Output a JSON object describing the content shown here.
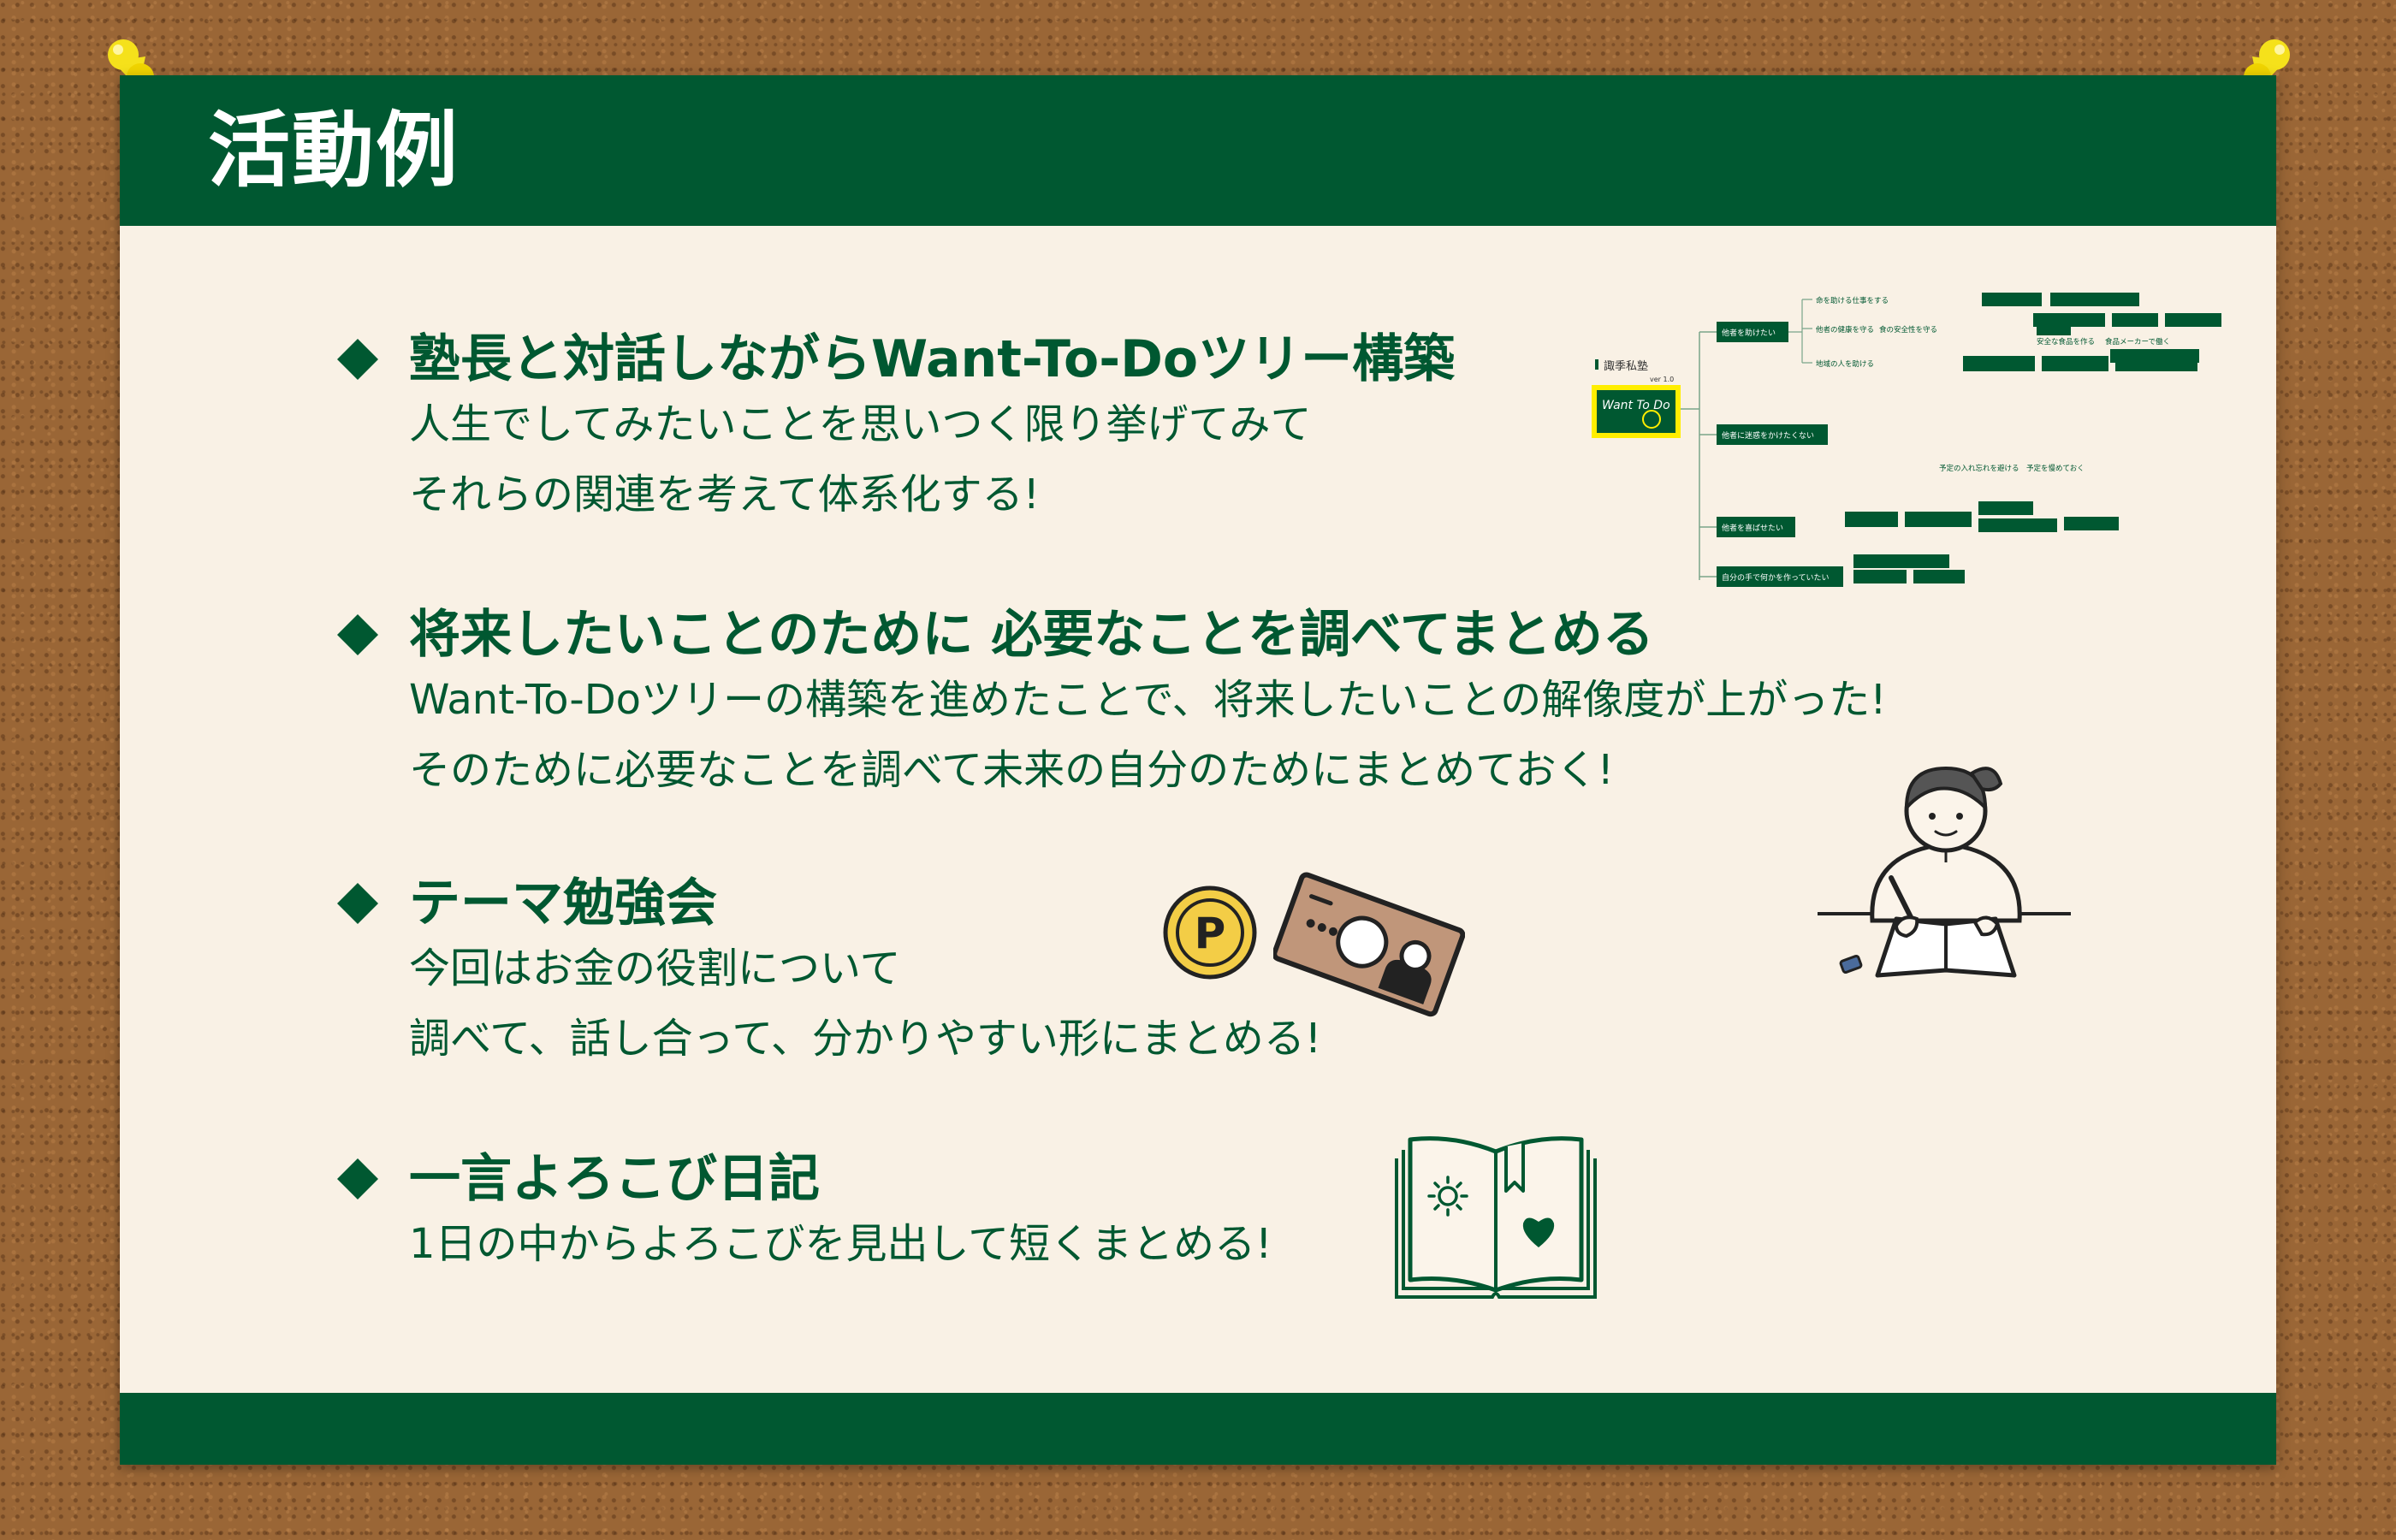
{
  "header": {
    "title": "活動例"
  },
  "items": [
    {
      "title": "塾長と対話しながらWant-To-Doツリー構築",
      "lines": [
        "人生でしてみたいことを思いつく限り挙げてみて",
        "それらの関連を考えて体系化する!"
      ]
    },
    {
      "title": "将来したいことのために 必要なことを調べてまとめる",
      "lines": [
        "Want-To-Doツリーの構築を進めたことで、将来したいことの解像度が上がった!",
        "そのために必要なことを調べて未来の自分のためにまとめておく!"
      ]
    },
    {
      "title": "テーマ勉強会",
      "lines": [
        "今回はお金の役割について",
        "調べて、話し合って、分かりやすい形にまとめる!"
      ]
    },
    {
      "title": "一言よろこび日記",
      "lines": [
        "1日の中からよろこびを見出して短くまとめる!"
      ]
    }
  ],
  "tree": {
    "brand": "諏季私塾",
    "version": "ver 1.0",
    "logo_text": "Want To Do",
    "branches": [
      "他者を助けたい",
      "他者に迷惑をかけたくない",
      "他者を喜ばせたい",
      "自分の手で何かを作っていたい"
    ],
    "leaves": [
      "命を助ける仕事をする",
      "他者の健康を守る",
      "食の安全性を守る",
      "安全な食品を作る",
      "食品メーカーで働く",
      "地域の人を助ける",
      "予定の入れ忘れを避ける",
      "予定を慢めておく"
    ]
  },
  "coin": {
    "label": "P"
  },
  "colors": {
    "primary": "#005831",
    "paper": "#f9f1e5",
    "cork": "#9a6636",
    "pin": "#f5e11b"
  },
  "icons": [
    "diamond-bullet-icon",
    "push-pin-icon",
    "coin-icon",
    "bill-icon",
    "student-illustration",
    "diary-book-icon",
    "sun-icon",
    "heart-icon",
    "bookmark-icon"
  ]
}
